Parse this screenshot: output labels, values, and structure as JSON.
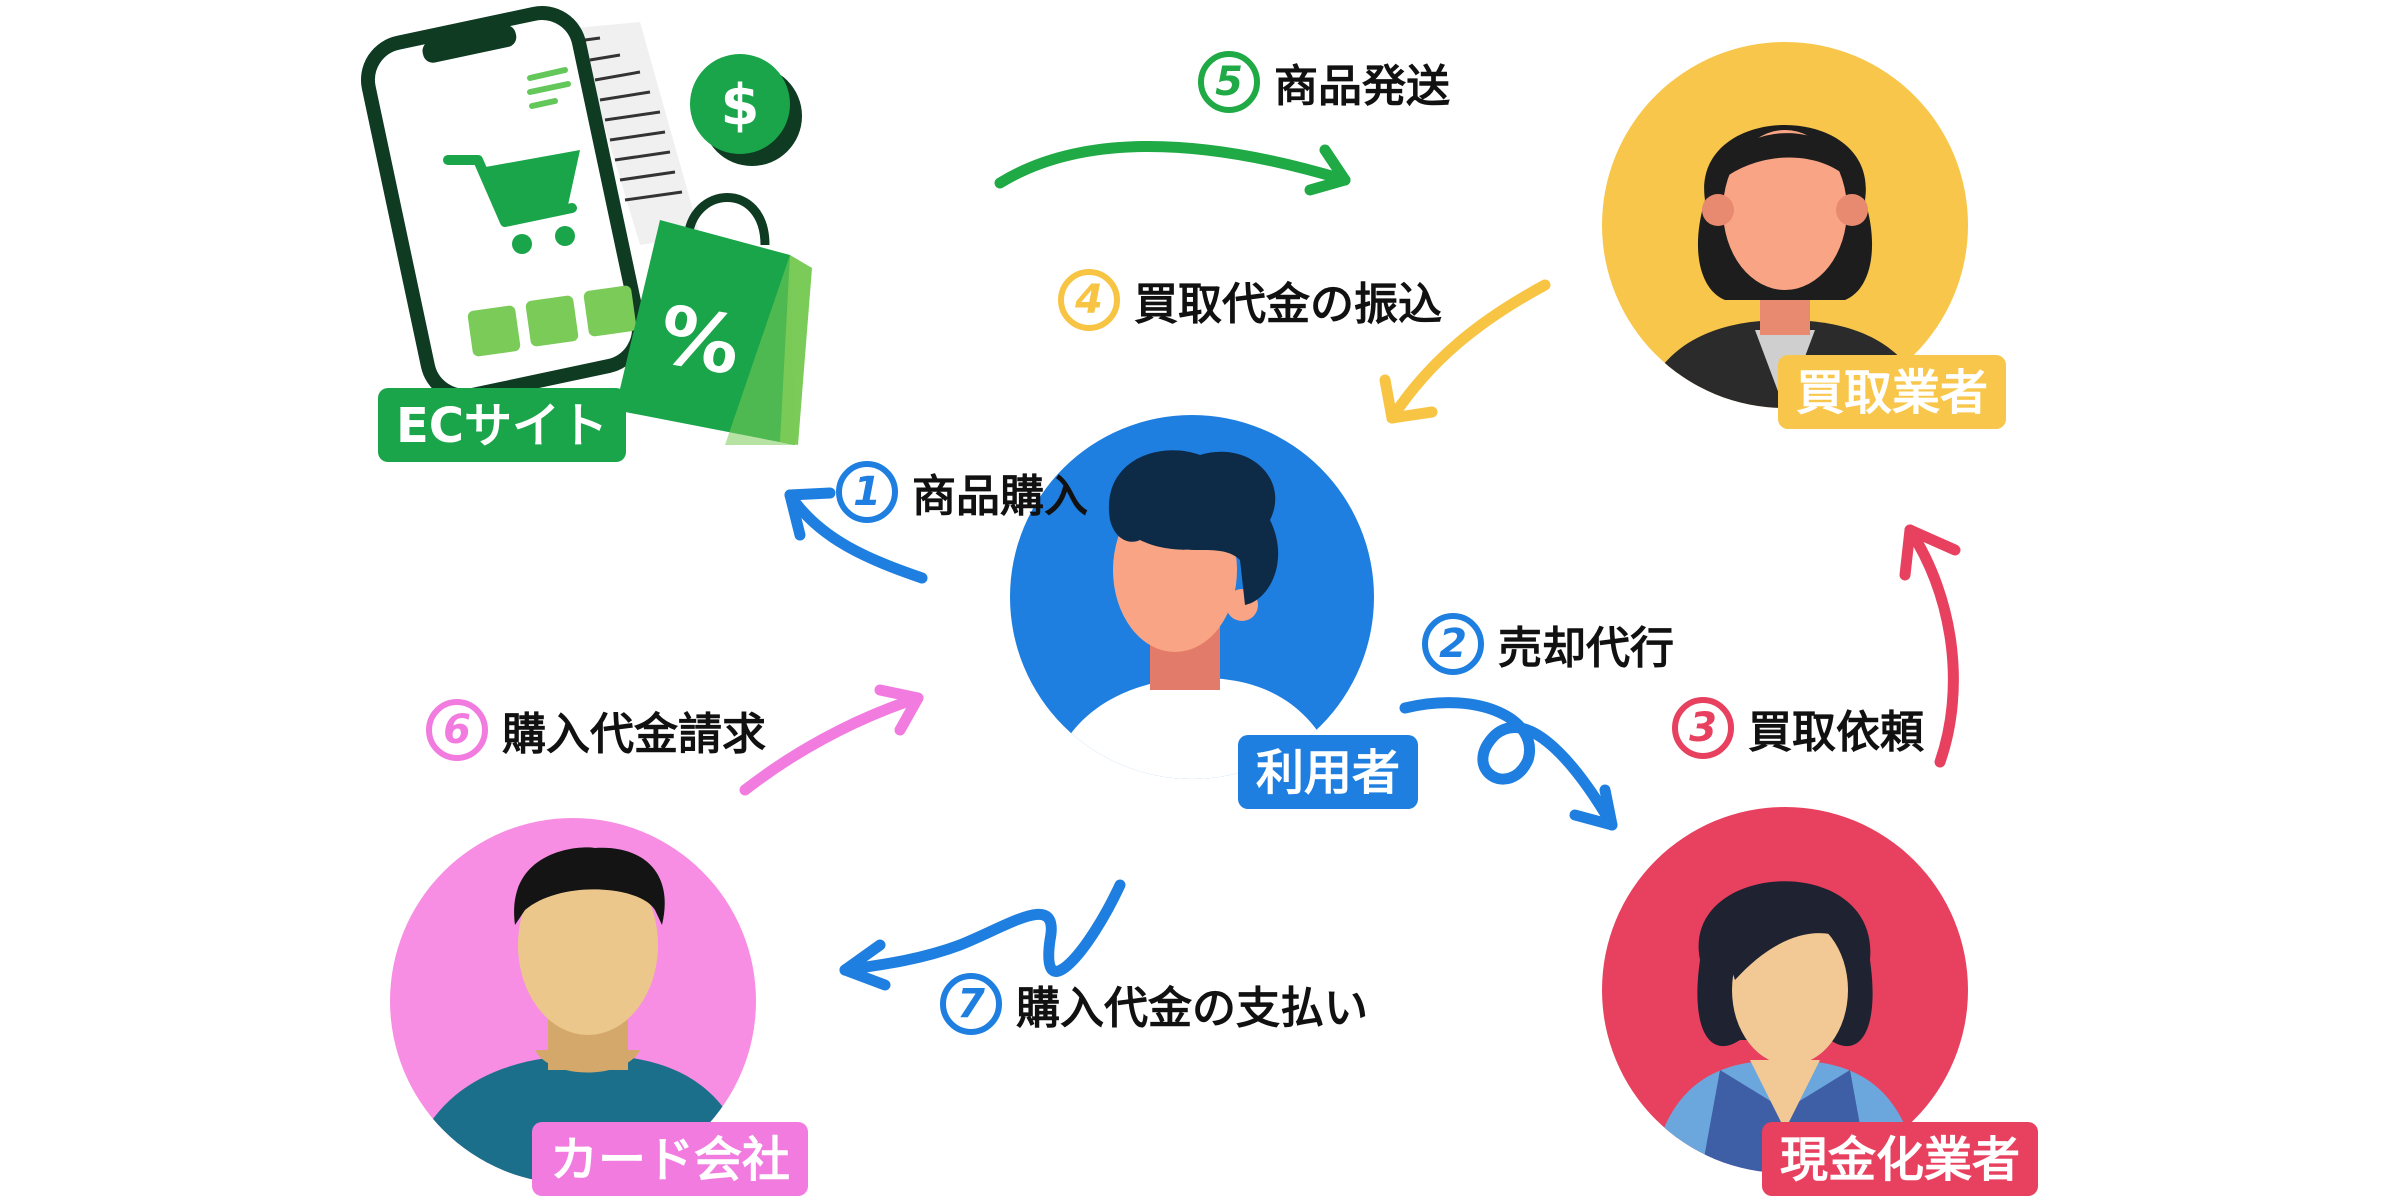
{
  "actors": {
    "user": "利用者",
    "ec_site": "ECサイト",
    "buyer": "買取業者",
    "cash_dealer": "現金化業者",
    "card_company": "カード会社"
  },
  "steps": [
    {
      "num": "1",
      "label": "商品購入",
      "color": "#1e7fe0"
    },
    {
      "num": "2",
      "label": "売却代行",
      "color": "#1e7fe0"
    },
    {
      "num": "3",
      "label": "買取依頼",
      "color": "#e8415f"
    },
    {
      "num": "4",
      "label": "買取代金の振込",
      "color": "#f7c443"
    },
    {
      "num": "5",
      "label": "商品発送",
      "color": "#1faa45"
    },
    {
      "num": "6",
      "label": "購入代金請求",
      "color": "#f27be0"
    },
    {
      "num": "7",
      "label": "購入代金の支払い",
      "color": "#1e7fe0"
    }
  ],
  "colors": {
    "blue": "#1e7fe0",
    "green": "#1faa45",
    "yellow": "#f7c443",
    "red": "#e8415f",
    "pink": "#f27be0",
    "label_green": "#1aa54a",
    "label_yellow": "#f8c64a",
    "label_blue": "#1e7fe0",
    "label_red": "#e8415f",
    "label_pink": "#f27be0"
  },
  "icons": [
    "shopping-cart-icon",
    "dollar-coin-icon",
    "shopping-bag-icon",
    "percent-icon",
    "smartphone-icon"
  ]
}
